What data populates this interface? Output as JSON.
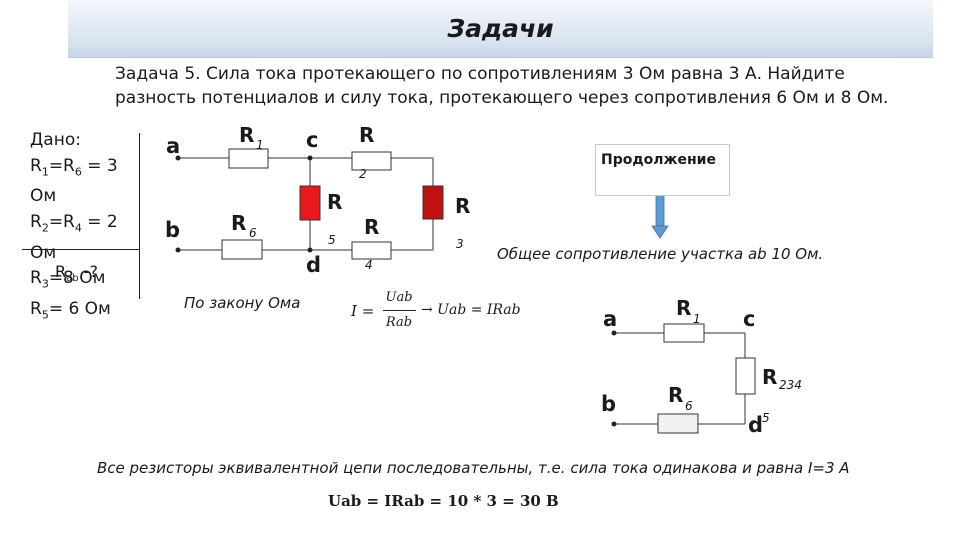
{
  "header": {
    "title": "Задачи"
  },
  "problem": {
    "text": "Задача 5. Сила тока протекающего по сопротивлениям 3 Ом равна 3 А. Найдите разность потенциалов и силу тока, протекающего через сопротивления 6 Ом и 8 Ом."
  },
  "given": {
    "heading": "Дано:",
    "line1_a": "R",
    "line1_a_sub": "1",
    "line1_b": "=R",
    "line1_b_sub": "6",
    "line1_c": " = 3 Ом",
    "line2_a": "R",
    "line2_a_sub": "2",
    "line2_b": "=R",
    "line2_b_sub": "4",
    "line2_c": " = 2 Ом",
    "line3_a": "R",
    "line3_a_sub": "3",
    "line3_b": "=8 Ом",
    "line4_a": "R",
    "line4_a_sub": "5",
    "line4_b": "= 6 Ом",
    "find_a": "R",
    "find_sub": "ab",
    "find_b": " -?"
  },
  "circuit1": {
    "node_a": "a",
    "node_b": "b",
    "node_c": "c",
    "node_d": "d",
    "r1": "R",
    "r1_sub": "1",
    "r2": "R",
    "r2_sub": "2",
    "r3": "R",
    "r3_sub": "3",
    "r4": "R",
    "r4_sub": "4",
    "r5": "R",
    "r5_sub": "5",
    "r6": "R",
    "r6_sub": "6"
  },
  "continue_button": {
    "label": "Продолжение"
  },
  "total_resistance": {
    "text": "Общее сопротивление участка ab 10 Ом."
  },
  "ohm_law": {
    "text": "По закону Ома",
    "lhs": "I =",
    "numerator": "Uab",
    "denominator": "Rab",
    "rhs": "→ Uab = IRab"
  },
  "circuit2": {
    "node_a": "a",
    "node_b": "b",
    "node_c": "c",
    "node_d": "d",
    "r1": "R",
    "r1_sub": "1",
    "r234": "R",
    "r234_sub": "234",
    "r234_sub2": "5",
    "r6": "R",
    "r6_sub": "6"
  },
  "conclusion": {
    "text": "Все резисторы эквивалентной цепи последовательны, т.е. сила тока одинакова и равна I=3 А",
    "formula": "Uab = IRab = 10 * 3 = 30 В"
  },
  "colors": {
    "red_resistor": "#e8191d",
    "dark_red_resistor": "#c01010",
    "arrow_blue": "#5b9bd5"
  }
}
